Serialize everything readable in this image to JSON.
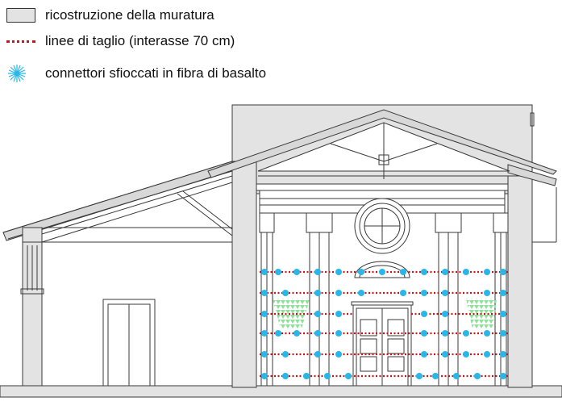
{
  "legend": {
    "items": [
      {
        "label": "ricostruzione della muratura",
        "color": "#e3e3e3"
      },
      {
        "label": "linee di taglio (interasse 70 cm)",
        "color": "#c0171c"
      },
      {
        "label": "connettori sfioccati in fibra di basalto",
        "color": "#29b6e8"
      }
    ]
  },
  "colors": {
    "outline": "#3a3a3a",
    "masonry_fill": "#e3e3e3",
    "cut_line": "#c0171c",
    "connector": "#29b6e8",
    "mesh": "#8fe09a"
  }
}
